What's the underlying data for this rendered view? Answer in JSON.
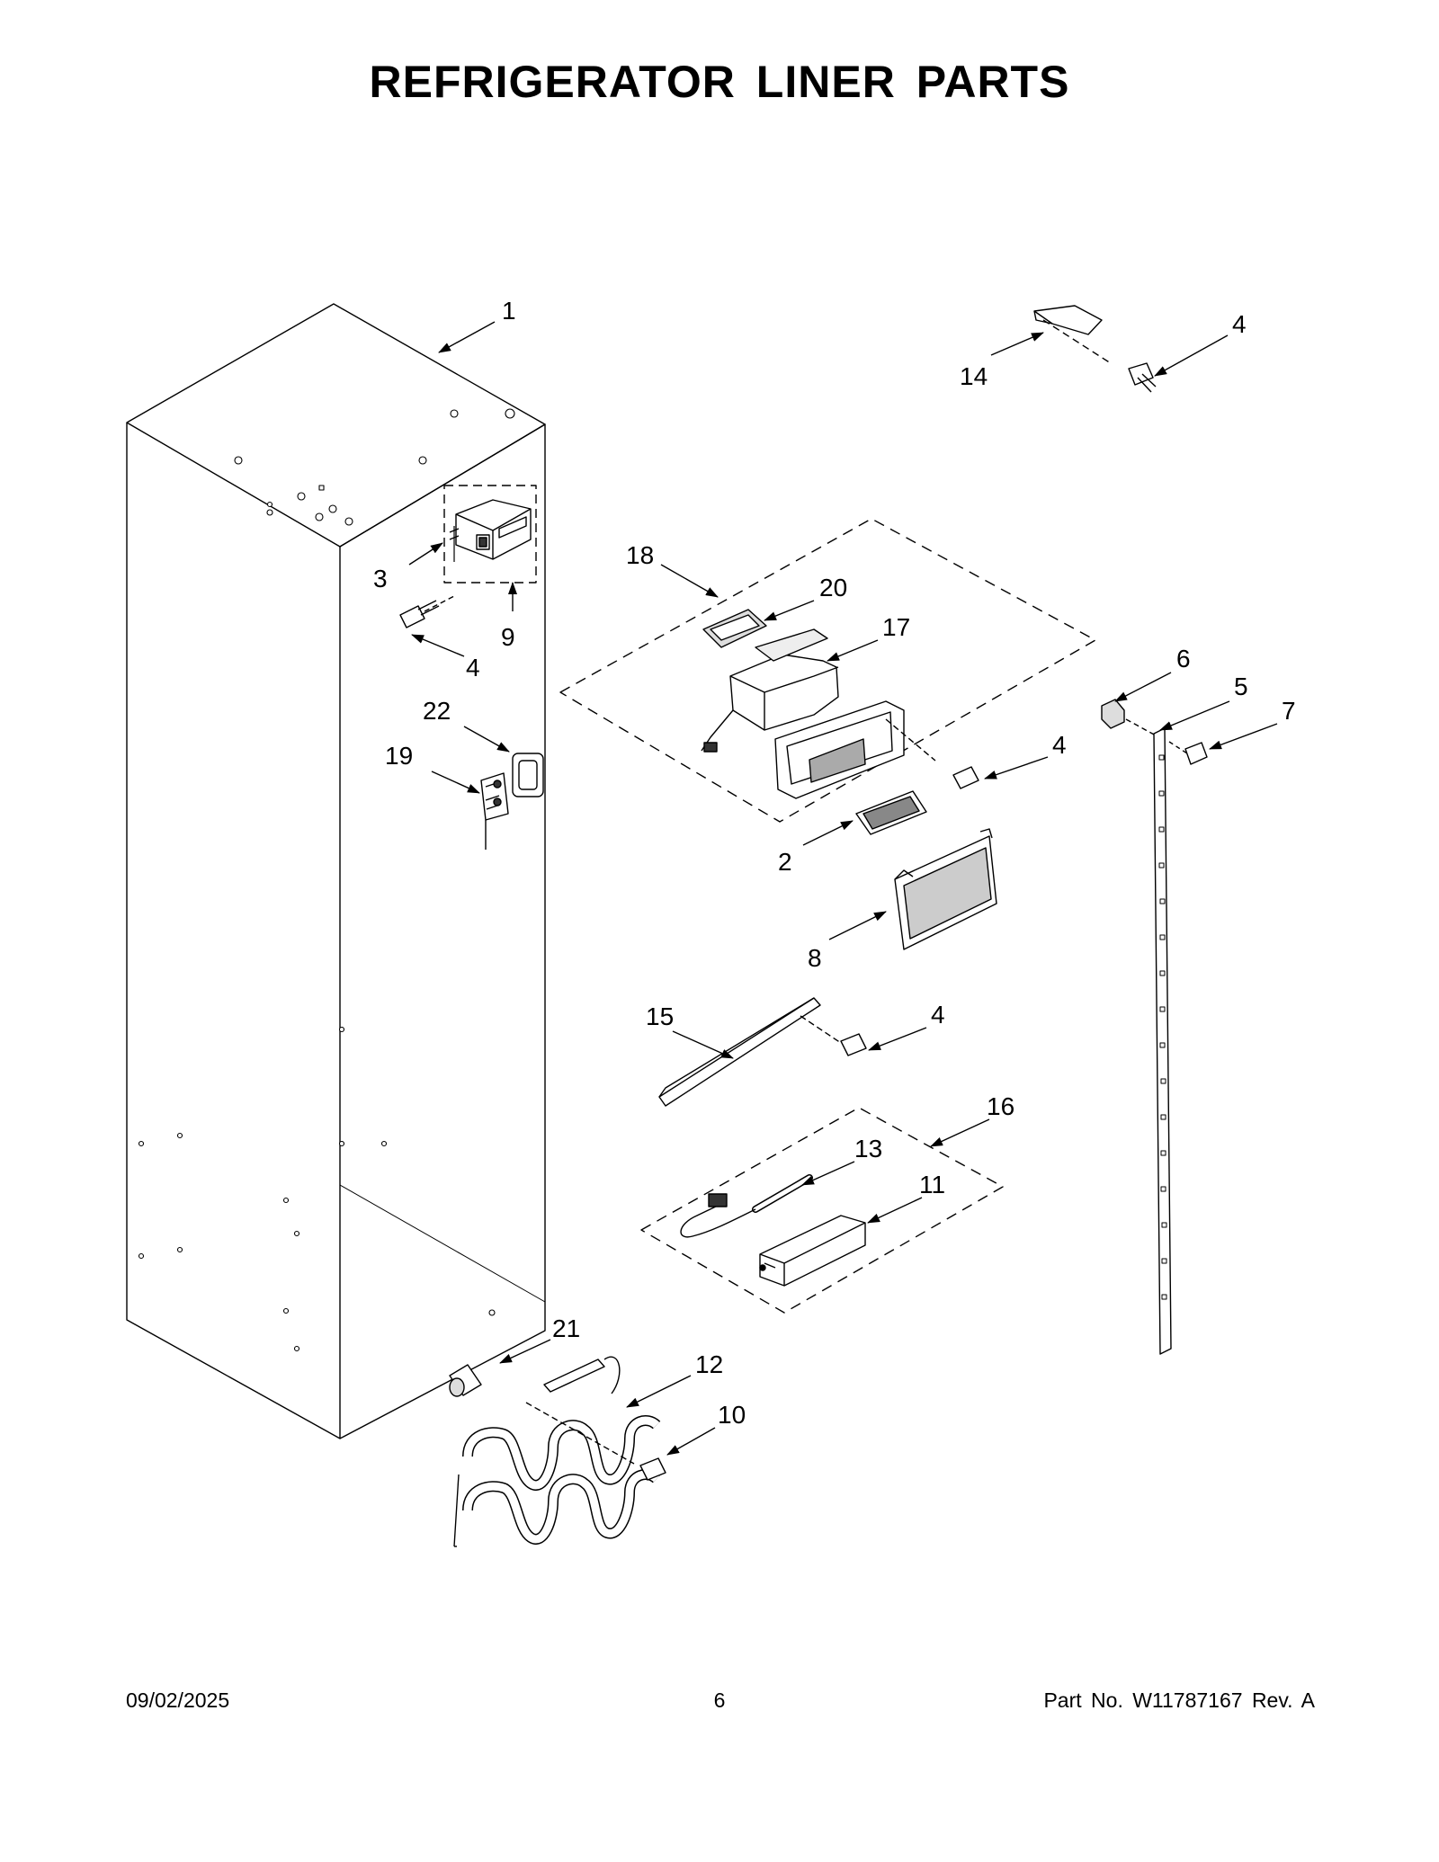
{
  "page": {
    "title": "REFRIGERATOR LINER PARTS",
    "date": "09/02/2025",
    "page_number": "6",
    "part_info": "Part No.  W11787167  Rev.  A"
  },
  "callouts": [
    {
      "id": "c1",
      "label": "1"
    },
    {
      "id": "c3",
      "label": "3"
    },
    {
      "id": "c4a",
      "label": "4"
    },
    {
      "id": "c9",
      "label": "9"
    },
    {
      "id": "c22",
      "label": "22"
    },
    {
      "id": "c19",
      "label": "19"
    },
    {
      "id": "c14",
      "label": "14"
    },
    {
      "id": "c4b",
      "label": "4"
    },
    {
      "id": "c18",
      "label": "18"
    },
    {
      "id": "c20",
      "label": "20"
    },
    {
      "id": "c17",
      "label": "17"
    },
    {
      "id": "c4c",
      "label": "4"
    },
    {
      "id": "c2",
      "label": "2"
    },
    {
      "id": "c8",
      "label": "8"
    },
    {
      "id": "c6",
      "label": "6"
    },
    {
      "id": "c5",
      "label": "5"
    },
    {
      "id": "c7",
      "label": "7"
    },
    {
      "id": "c15",
      "label": "15"
    },
    {
      "id": "c4d",
      "label": "4"
    },
    {
      "id": "c16",
      "label": "16"
    },
    {
      "id": "c13",
      "label": "13"
    },
    {
      "id": "c11",
      "label": "11"
    },
    {
      "id": "c21",
      "label": "21"
    },
    {
      "id": "c12",
      "label": "12"
    },
    {
      "id": "c10",
      "label": "10"
    }
  ]
}
